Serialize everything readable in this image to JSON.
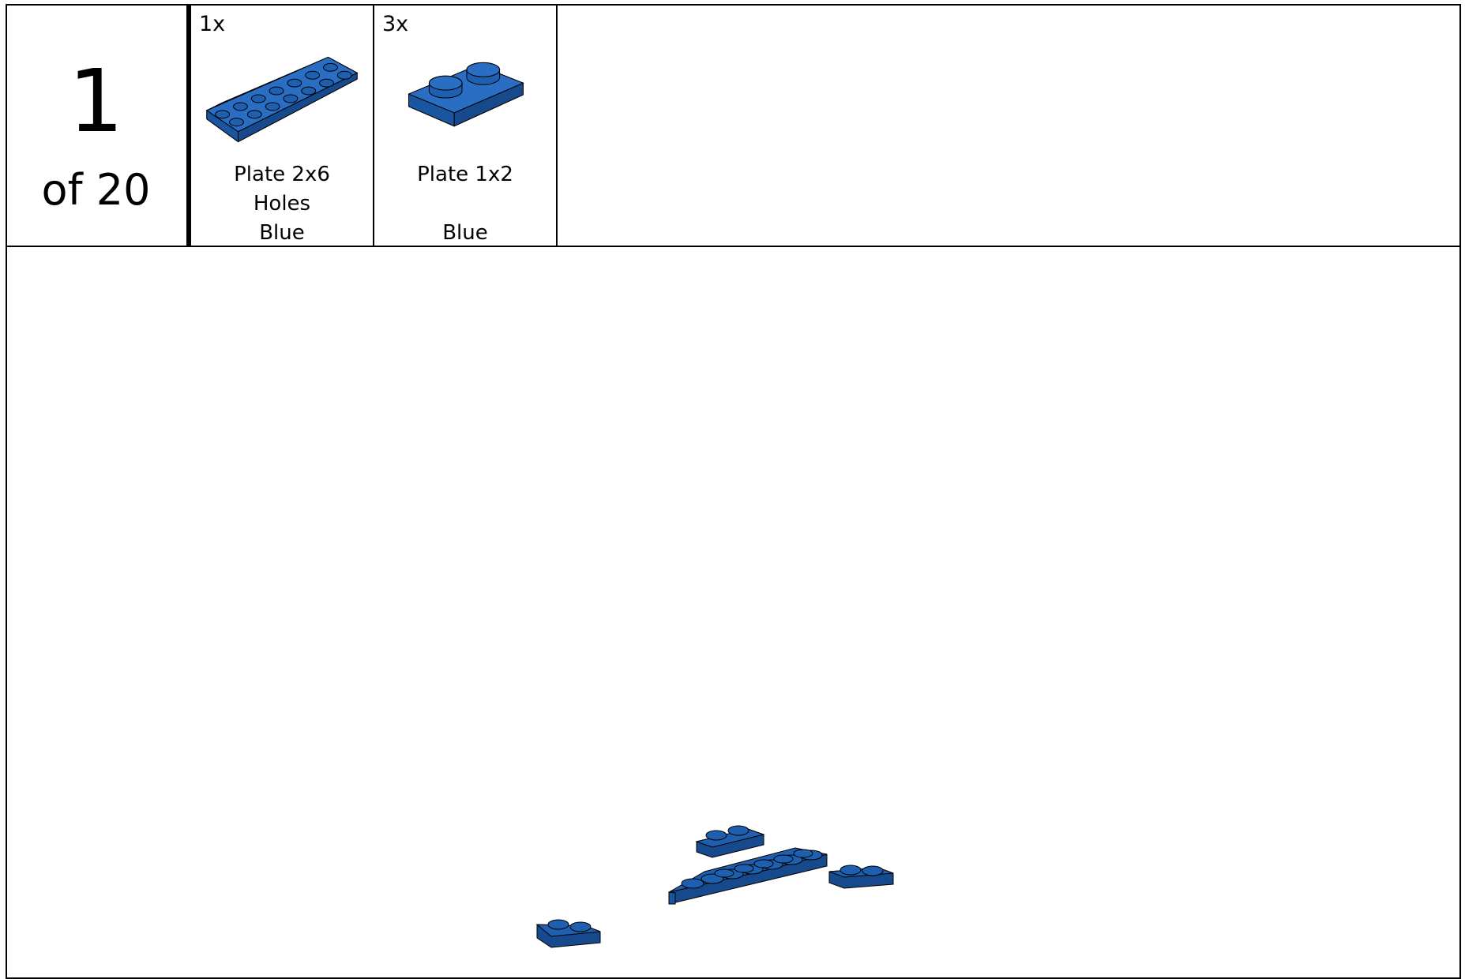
{
  "step": {
    "number": "1",
    "of_label": "of 20"
  },
  "parts": [
    {
      "quantity": "1x",
      "name_line1": "Plate 2x6",
      "name_line2": "Holes",
      "color_name": "Blue",
      "icon": "plate-2x6-holes-icon"
    },
    {
      "quantity": "3x",
      "name_line1": "Plate 1x2",
      "name_line2": "",
      "color_name": "Blue",
      "icon": "plate-1x2-icon"
    }
  ],
  "colors": {
    "brick_blue": "#1f5fb0",
    "brick_blue_dark": "#174a8c",
    "brick_blue_light": "#2a6ec4",
    "outline": "#000000"
  }
}
